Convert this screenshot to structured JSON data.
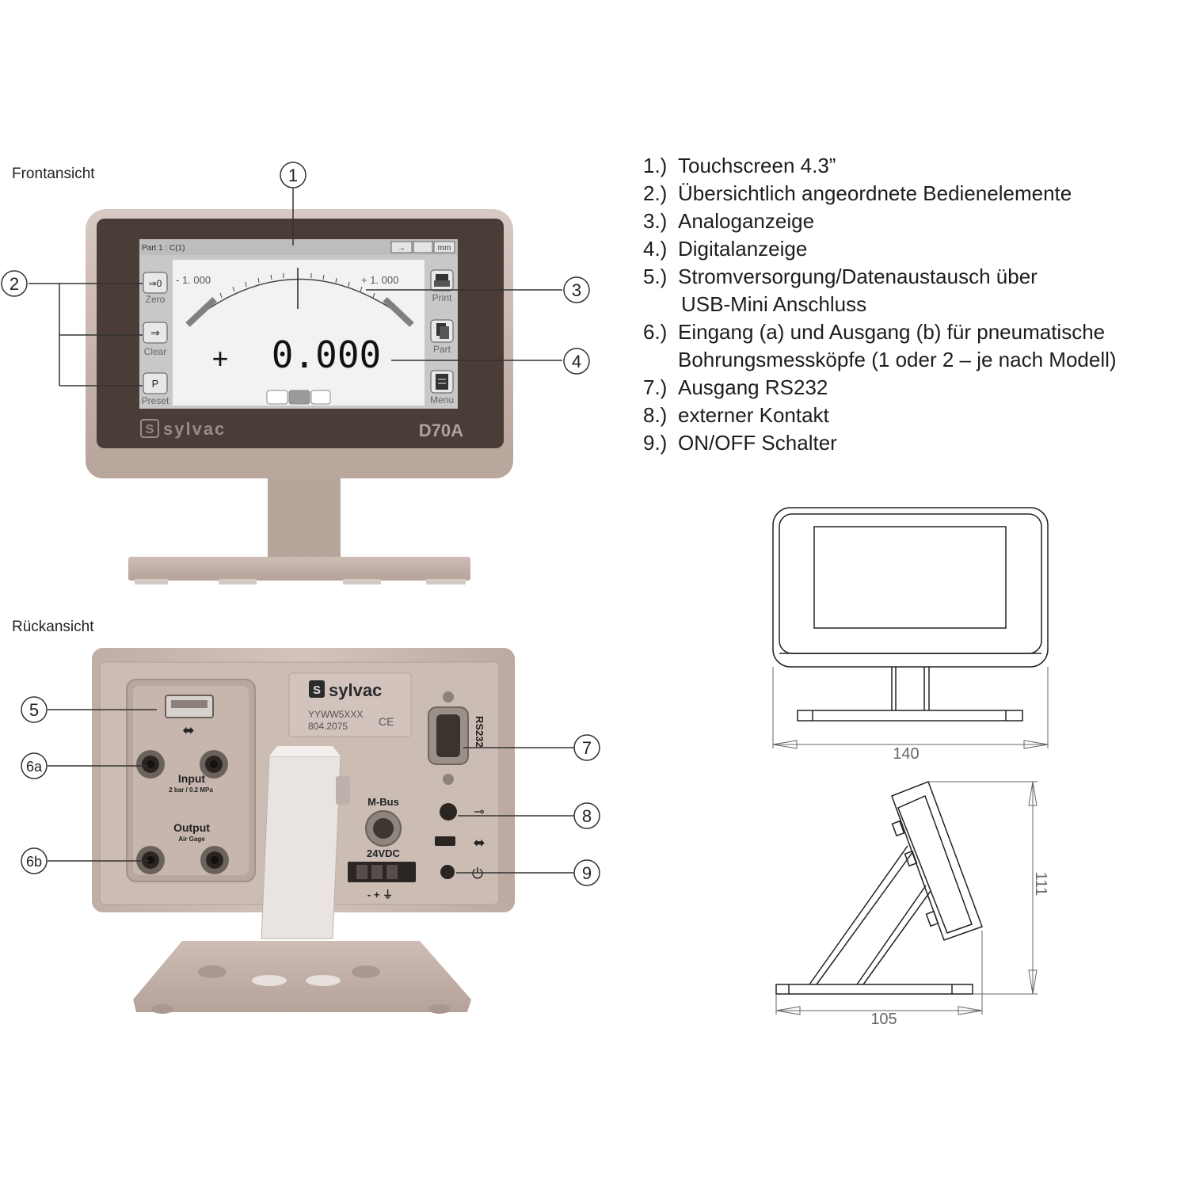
{
  "captions": {
    "front": "Frontansicht",
    "rear": "Rückansicht"
  },
  "screen": {
    "header": "Part 1 : C(1)",
    "unit": "mm",
    "scale_left": "- 1. 000",
    "scale_right": "+ 1. 000",
    "sign": "+",
    "value": "0.000",
    "left_buttons": [
      "Zero",
      "Clear",
      "Preset"
    ],
    "right_buttons": [
      "Print",
      "Part",
      "Menu"
    ]
  },
  "front_device": {
    "brand": "sylvac",
    "model": "D70A"
  },
  "rear_device": {
    "brand": "sylvac",
    "serial": "YYWW5XXX",
    "part_no": "804.2075",
    "ce": "CE",
    "rs232": "RS232",
    "input": "Input",
    "input_sub": "2 bar / 0.2 MPa",
    "output": "Output",
    "output_sub": "Air Gage",
    "mbus": "M-Bus",
    "power": "24VDC",
    "terminals": "-  +  ⏚"
  },
  "callouts": [
    "1",
    "2",
    "3",
    "4",
    "5",
    "6a",
    "6b",
    "7",
    "8",
    "9"
  ],
  "features": [
    {
      "num": "1.)",
      "text": "Touchscreen 4.3”"
    },
    {
      "num": "2.)",
      "text": "Übersichtlich angeordnete Bedienelemente"
    },
    {
      "num": "3.)",
      "text": "Analoganzeige"
    },
    {
      "num": "4.)",
      "text": "Digitalanzeige"
    },
    {
      "num": "5.)",
      "text": "Stromversorgung/Datenaustausch über",
      "cont": "USB-Mini Anschluss"
    },
    {
      "num": "6.)",
      "text": "Eingang (a) und Ausgang (b) für pneumatische",
      "cont": "Bohrungsmessköpfe (1 oder 2 – je nach Modell)"
    },
    {
      "num": "7.)",
      "text": "Ausgang RS232"
    },
    {
      "num": "8.)",
      "text": "externer Kontakt"
    },
    {
      "num": "9.)",
      "text": "ON/OFF Schalter"
    }
  ],
  "dimensions": {
    "width": "140",
    "depth": "105",
    "height": "111"
  },
  "colors": {
    "housing": "#c9b8b0",
    "bezel": "#4a3c36",
    "screen": "#f0f0f0",
    "line": "#333333"
  }
}
